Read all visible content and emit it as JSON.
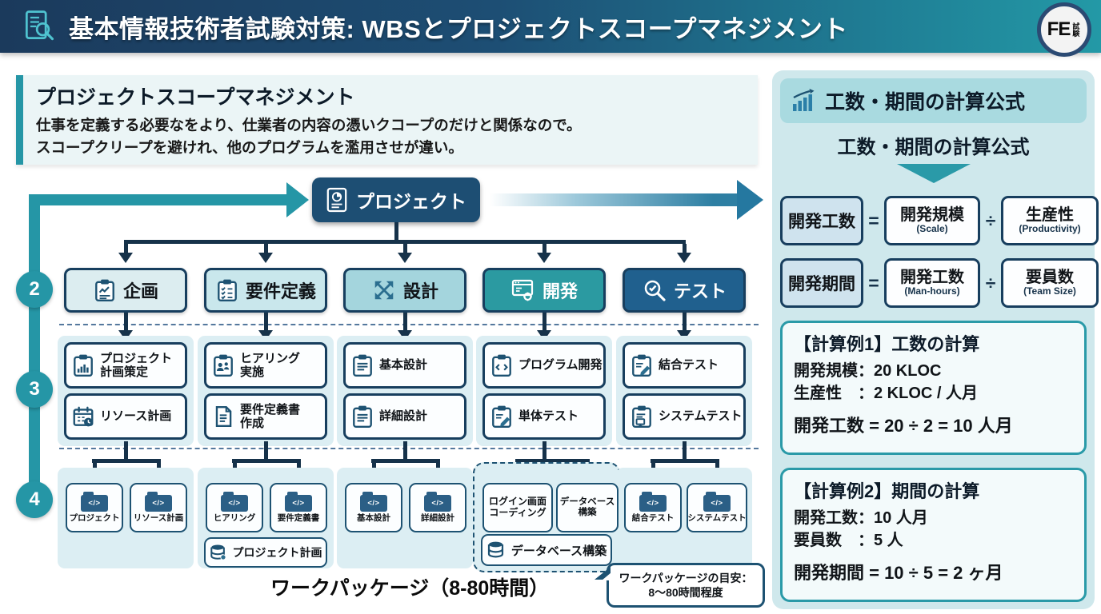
{
  "colors": {
    "accent_teal": "#2596a6",
    "navy": "#1d4e73",
    "line": "#16324a",
    "panel_bg": "#dceef3",
    "right_panel_bg": "#cfe8ec",
    "dev_teal": "#2b9aa1",
    "test_blue": "#20608e"
  },
  "header": {
    "title": "基本情報技術者試験対策: WBSとプロジェクトスコープマネジメント",
    "badge_main": "FE",
    "badge_sub": "試験",
    "icon": "document-search-icon"
  },
  "scope_box": {
    "title": "プロジェクトスコープマネジメント",
    "line1": "仕事を定義する必要なをより、仕業者の内容の憑いクコープのだけと関係なので。",
    "line2": "スコープクリープを避けれ、他のプログラムを濫用させが違い。"
  },
  "wbs": {
    "root_label": "プロジェクト",
    "level_badges": [
      "2",
      "3",
      "4"
    ],
    "folder_glyph": "</>",
    "level2": [
      {
        "label": "企画",
        "icon": "clipboard-chart-icon"
      },
      {
        "label": "要件定義",
        "icon": "clipboard-checklist-icon"
      },
      {
        "label": "設計",
        "icon": "crossed-arrows-icon"
      },
      {
        "label": "開発",
        "icon": "code-window-gear-icon"
      },
      {
        "label": "テスト",
        "icon": "magnifier-check-icon"
      }
    ],
    "level3": [
      [
        {
          "l1": "プロジェクト",
          "l2": "計画策定",
          "icon": "clipboard-bars-icon"
        },
        {
          "l1": "リソース計画",
          "l2": "",
          "icon": "calendar-clock-icon"
        }
      ],
      [
        {
          "l1": "ヒアリング",
          "l2": "実施",
          "icon": "clipboard-people-icon"
        },
        {
          "l1": "要件定義書",
          "l2": "作成",
          "icon": "document-icon"
        }
      ],
      [
        {
          "l1": "基本設計",
          "l2": "",
          "icon": "clipboard-doc-icon"
        },
        {
          "l1": "詳細設計",
          "l2": "",
          "icon": "clipboard-doc-icon"
        }
      ],
      [
        {
          "l1": "プログラム開発",
          "l2": "",
          "icon": "clipboard-code-icon"
        },
        {
          "l1": "単体テスト",
          "l2": "",
          "icon": "clipboard-pencil-icon"
        }
      ],
      [
        {
          "l1": "結合テスト",
          "l2": "",
          "icon": "clipboard-pencil-icon"
        },
        {
          "l1": "システムテスト",
          "l2": "",
          "icon": "clipboard-monitor-icon"
        }
      ]
    ],
    "level4": {
      "col1": [
        "プロジェクト",
        "リソース計画"
      ],
      "col2": {
        "small": [
          "ヒアリング",
          "要件定義書"
        ],
        "wide": "プロジェクト計画"
      },
      "col3": [
        "基本設計",
        "詳細設計"
      ],
      "col4": {
        "small": [
          {
            "l1": "ログイン画面",
            "l2": "コーディング"
          },
          {
            "l1": "データベース",
            "l2": "構築"
          }
        ],
        "wide": "データベース構築"
      },
      "col5": [
        "結合テスト",
        "システムテスト"
      ]
    },
    "footer_label": "ワークパッケージ（8-80時間）",
    "callout": {
      "line1": "ワークパッケージの目安：",
      "line2": "8〜80時間程度"
    }
  },
  "right_panel": {
    "header": "工数・期間の計算公式",
    "subheader": "工数・期間の計算公式",
    "formulas": [
      {
        "result": "開発工数",
        "equals": "=",
        "operand_a": "開発規模",
        "operand_a_sub": "(Scale)",
        "operator": "÷",
        "operand_b": "生産性",
        "operand_b_sub": "(Productivity)"
      },
      {
        "result": "開発期間",
        "equals": "=",
        "operand_a": "開発工数",
        "operand_a_sub": "(Man-hours)",
        "operator": "÷",
        "operand_b": "要員数",
        "operand_b_sub": "(Team Size)"
      }
    ],
    "examples": [
      {
        "title": "【計算例1】工数の計算",
        "row1": "開発規模：20 KLOC",
        "row2": "生産性　：2 KLOC / 人月",
        "result": "開発工数 = 20 ÷ 2 = 10 人月"
      },
      {
        "title": "【計算例2】期間の計算",
        "row1": "開発工数：10 人月",
        "row2": "要員数　：5 人",
        "result": "開発期間 = 10 ÷ 5 = 2 ヶ月"
      }
    ]
  }
}
